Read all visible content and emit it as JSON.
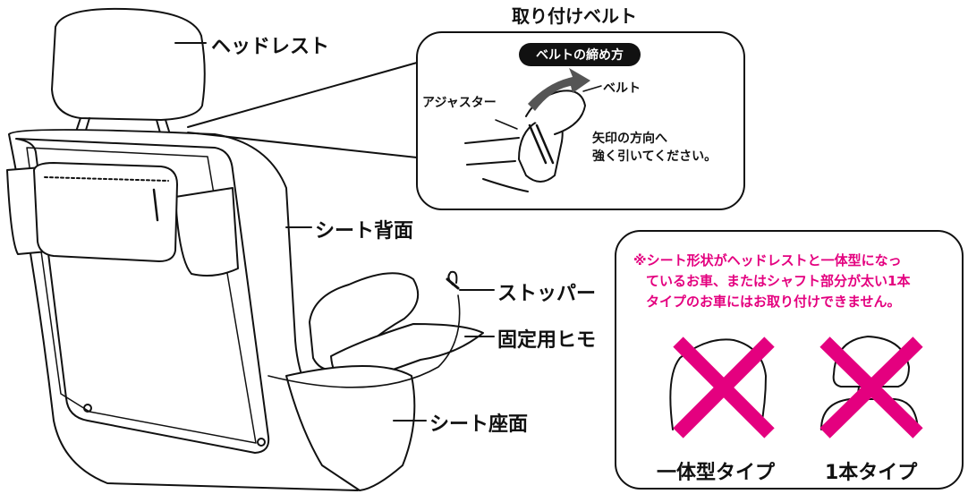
{
  "labels": {
    "belt_title": "取り付けベルト",
    "headrest": "ヘッドレスト",
    "seat_back": "シート背面",
    "stopper": "ストッパー",
    "fixing_strap": "固定用ヒモ",
    "seat_bottom": "シート座面"
  },
  "belt_box": {
    "pill": "ベルトの締め方",
    "adjuster": "アジャスター",
    "belt": "ベルト",
    "instruction_line1": "矢印の方向へ",
    "instruction_line2": "強く引いてください。"
  },
  "warning": {
    "line1": "※シート形状がヘッドレストと一体型になっ",
    "line2": "ているお車、またはシャフト部分が太い1本",
    "line3": "タイプのお車にはお取り付けできません。",
    "type1": "一体型タイプ",
    "type2": "1本タイプ",
    "cross_color": "#e4007f"
  }
}
